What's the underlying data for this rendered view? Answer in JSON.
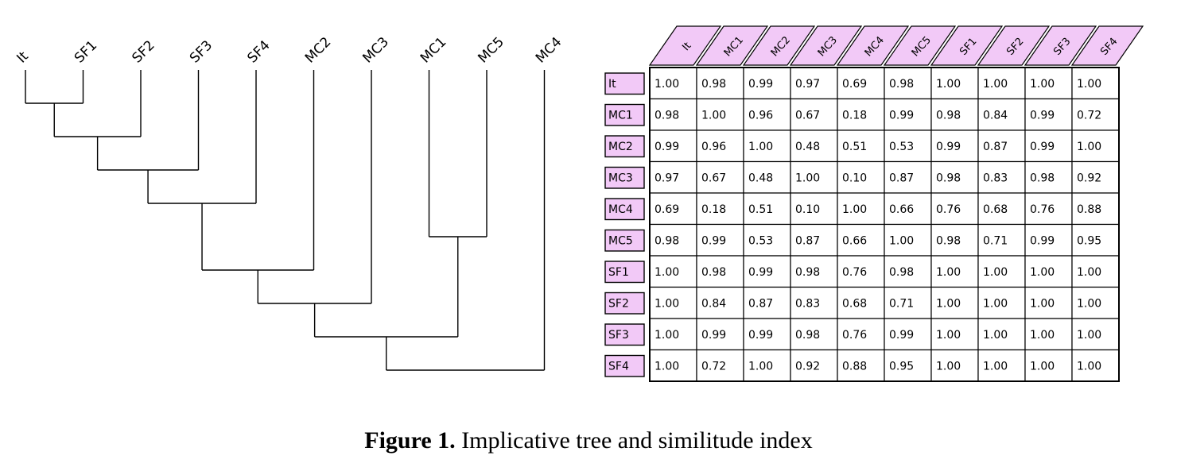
{
  "tree": {
    "leaves": [
      "It",
      "SF1",
      "SF2",
      "SF3",
      "SF4",
      "MC2",
      "MC3",
      "MC1",
      "MC5",
      "MC4"
    ],
    "merges": [
      [
        "It",
        "SF1"
      ],
      [
        "It+SF1",
        "SF2"
      ],
      [
        "It+SF1+SF2",
        "SF3"
      ],
      [
        "It+SF1+SF2+SF3",
        "SF4"
      ],
      [
        "MC1",
        "MC5"
      ],
      [
        "It+SF1+SF2+SF3+SF4",
        "MC2"
      ],
      [
        "It+SF1+SF2+SF3+SF4+MC2",
        "MC3"
      ],
      [
        "It+SF1+SF2+SF3+SF4+MC2+MC3",
        "MC1+MC5"
      ],
      [
        "It+SF1+SF2+SF3+SF4+MC2+MC3+MC1+MC5",
        "MC4"
      ]
    ]
  },
  "matrix": {
    "col_headers": [
      "It",
      "MC1",
      "MC2",
      "MC3",
      "MC4",
      "MC5",
      "SF1",
      "SF2",
      "SF3",
      "SF4"
    ],
    "row_headers": [
      "It",
      "MC1",
      "MC2",
      "MC3",
      "MC4",
      "MC5",
      "SF1",
      "SF2",
      "SF3",
      "SF4"
    ],
    "values": [
      [
        "1.00",
        "0.98",
        "0.99",
        "0.97",
        "0.69",
        "0.98",
        "1.00",
        "1.00",
        "1.00",
        "1.00"
      ],
      [
        "0.98",
        "1.00",
        "0.96",
        "0.67",
        "0.18",
        "0.99",
        "0.98",
        "0.84",
        "0.99",
        "0.72"
      ],
      [
        "0.99",
        "0.96",
        "1.00",
        "0.48",
        "0.51",
        "0.53",
        "0.99",
        "0.87",
        "0.99",
        "1.00"
      ],
      [
        "0.97",
        "0.67",
        "0.48",
        "1.00",
        "0.10",
        "0.87",
        "0.98",
        "0.83",
        "0.98",
        "0.92"
      ],
      [
        "0.69",
        "0.18",
        "0.51",
        "0.10",
        "1.00",
        "0.66",
        "0.76",
        "0.68",
        "0.76",
        "0.88"
      ],
      [
        "0.98",
        "0.99",
        "0.53",
        "0.87",
        "0.66",
        "1.00",
        "0.98",
        "0.71",
        "0.99",
        "0.95"
      ],
      [
        "1.00",
        "0.98",
        "0.99",
        "0.98",
        "0.76",
        "0.98",
        "1.00",
        "1.00",
        "1.00",
        "1.00"
      ],
      [
        "1.00",
        "0.84",
        "0.87",
        "0.83",
        "0.68",
        "0.71",
        "1.00",
        "1.00",
        "1.00",
        "1.00"
      ],
      [
        "1.00",
        "0.99",
        "0.99",
        "0.98",
        "0.76",
        "0.99",
        "1.00",
        "1.00",
        "1.00",
        "1.00"
      ],
      [
        "1.00",
        "0.72",
        "1.00",
        "0.92",
        "0.88",
        "0.95",
        "1.00",
        "1.00",
        "1.00",
        "1.00"
      ]
    ]
  },
  "caption": {
    "prefix": "Figure 1.",
    "text": " Implicative tree and similitude index"
  },
  "colors": {
    "header_fill": "#f2c9f7",
    "line": "#000000"
  }
}
